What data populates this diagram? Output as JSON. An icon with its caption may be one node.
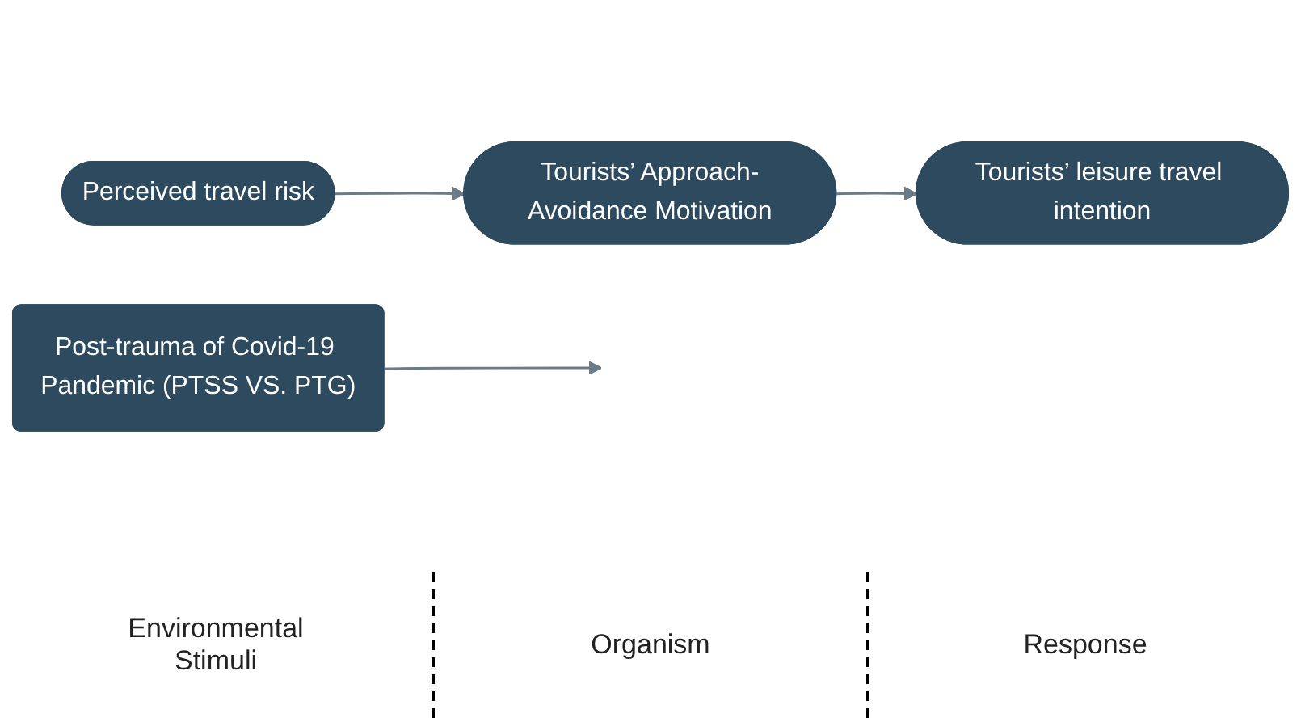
{
  "diagram": {
    "nodes": [
      {
        "text": [
          "Post-trauma of Covid-19 Pandemic (PTSS VS. PTG)"
        ]
      },
      {
        "text": [
          "Perceived travel risk"
        ]
      },
      {
        "text": [
          "Tourists’ Approach-Avoidance Motivation"
        ]
      },
      {
        "text": [
          "Tourists’ leisure travel intention"
        ]
      }
    ],
    "edges": [
      {
        "from": 0,
        "to": null,
        "arrow": "to"
      },
      {
        "from": 1,
        "to": 2,
        "arrow": "to"
      },
      {
        "from": 2,
        "to": 3,
        "arrow": "to"
      }
    ],
    "labels": [
      "Environmental Stimuli",
      "Organism",
      "Response"
    ]
  }
}
